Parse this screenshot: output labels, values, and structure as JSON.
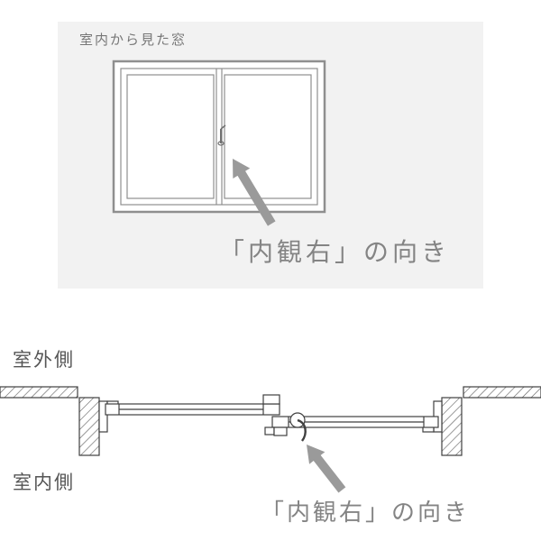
{
  "top_panel": {
    "title": "室内から見た窓",
    "caption": "「内観右」の向き"
  },
  "cross_section": {
    "outdoor_label": "室外側",
    "indoor_label": "室内側",
    "caption": "「内観右」の向き"
  },
  "icons": {
    "direction_arrow_top": "thick-gray-arrow-pointing-up-left",
    "direction_arrow_bottom": "thick-gray-arrow-pointing-up-left",
    "crescent_lock": "crescent-lock-handle"
  },
  "colors": {
    "panel_bg": "#f2f2f2",
    "elevation_line": "#8f8f8f",
    "section_line": "#3f3f3f",
    "arrow": "#9a9a9a",
    "title_text": "#777777",
    "caption_text": "#848484",
    "side_label_text": "#555555"
  }
}
